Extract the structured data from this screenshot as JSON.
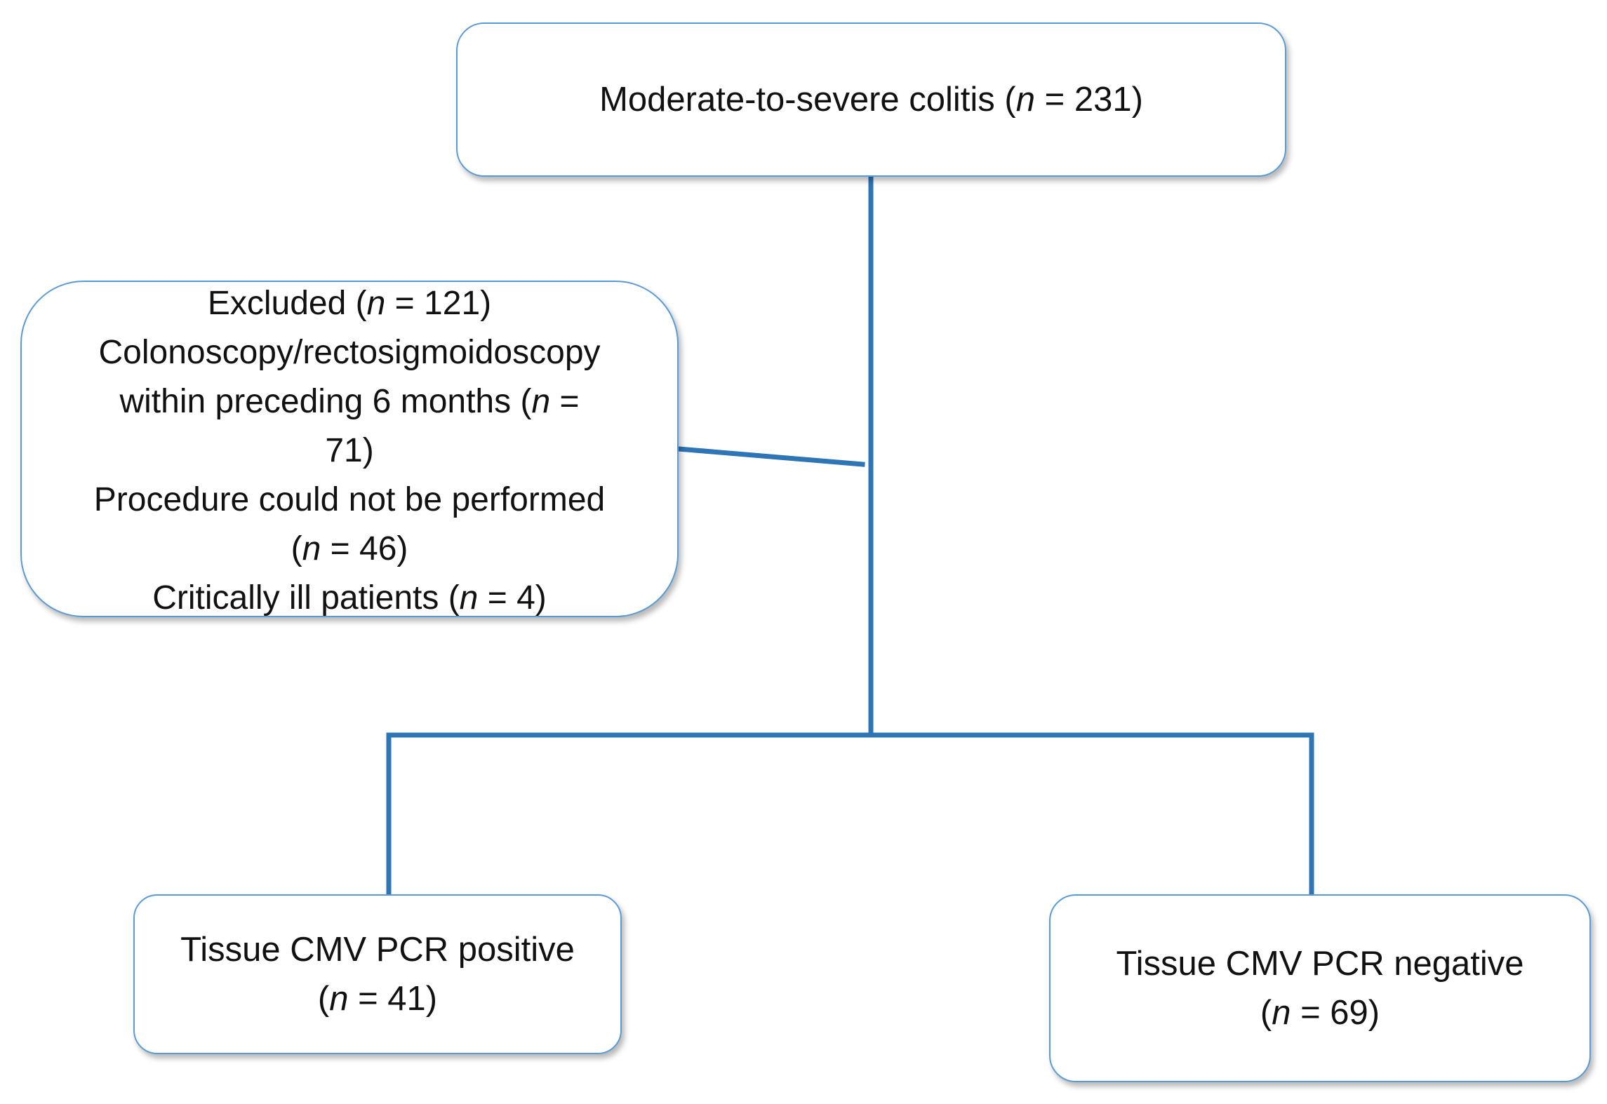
{
  "flowchart": {
    "top_box": {
      "prefix": "Moderate-to-severe colitis (",
      "n_symbol": "n",
      "suffix": " = 231)"
    },
    "excluded_box": {
      "line1_prefix": "Excluded (",
      "line1_n": "n",
      "line1_suffix": " = 121)",
      "line2": "Colonoscopy/rectosigmoidoscopy",
      "line3_prefix": "within preceding 6 months (",
      "line3_n": "n",
      "line3_suffix": " =",
      "line4": "71)",
      "line5": "Procedure could not be performed",
      "line6_prefix": "(",
      "line6_n": "n",
      "line6_suffix": " = 46)",
      "line7_prefix": "Critically ill patients (",
      "line7_n": "n",
      "line7_suffix": " = 4)"
    },
    "positive_box": {
      "line1": "Tissue CMV PCR positive",
      "line2_prefix": "(",
      "line2_n": "n",
      "line2_suffix": " = 41)"
    },
    "negative_box": {
      "line1": "Tissue CMV PCR negative",
      "line2_prefix": "(",
      "line2_n": "n",
      "line2_suffix": " = 69)"
    },
    "colors": {
      "connector": "#2e75b6",
      "box_border": "#5b9bd5",
      "box_fill": "#ffffff",
      "text": "#111111"
    }
  }
}
